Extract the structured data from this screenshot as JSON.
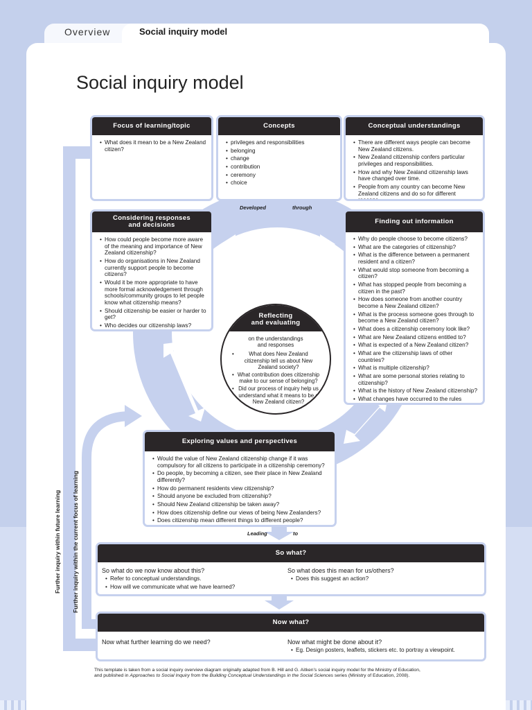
{
  "tabs": {
    "overview": "Overview",
    "current": "Social inquiry model"
  },
  "title": "Social inquiry model",
  "focus": {
    "heading": "Focus of learning/topic",
    "items": [
      "What does it mean to be a New Zealand citizen?"
    ]
  },
  "concepts": {
    "heading": "Concepts",
    "items": [
      "privileges and responsibilities",
      "belonging",
      "change",
      "contribution",
      "ceremony",
      "choice"
    ]
  },
  "conceptual": {
    "heading": "Conceptual understandings",
    "items": [
      "There are different ways people can become New Zealand citizens.",
      "New Zealand citizenship confers particular privileges and responsibilities.",
      "How and why New Zealand citizenship laws have changed over time.",
      "People from any country can become New Zealand citizens and do so for different reasons."
    ]
  },
  "connectors": {
    "developed": "Developed",
    "through": "through",
    "leading": "Leading",
    "to": "to"
  },
  "considering": {
    "heading": "Considering responses\nand decisions",
    "items": [
      "How could people become more aware of the meaning and importance of New Zealand citizenship?",
      "How do organisations in New Zealand currently support people to become citizens?",
      "Would it be more appropriate to have more formal acknowledgement through schools/community groups to let people know what citizenship means?",
      "Should citizenship be easier or harder to get?",
      "Who decides our citizenship laws?"
    ]
  },
  "finding": {
    "heading": "Finding out information",
    "items": [
      "Why do people choose to become citizens?",
      "What are the categories of citizenship?",
      "What is the difference between a permanent resident and a citizen?",
      "What would stop someone from becoming a citizen?",
      "What has stopped people from becoming a citizen in the past?",
      "How does someone from another country become a New Zealand citizen?",
      "What is the process someone goes through to become a New Zealand citizen?",
      "What does a citizenship ceremony look like?",
      "What are New Zealand citizens entitled to?",
      "What is expected of a New Zealand citizen?",
      "What are the citizenship laws of other countries?",
      "What is multiple citizenship?",
      "What are some personal stories relating to citizenship?",
      "What is the history of New Zealand citizenship?",
      "What changes have occurred to the rules regarding citizenship?"
    ]
  },
  "reflecting": {
    "heading": "Reflecting\nand evaluating",
    "intro": "on the understandings\nand responses",
    "items": [
      "What does New Zealand citizenship tell us about New Zealand society?",
      "What contribution does citizenship make to our sense of belonging?",
      "Did our process of inquiry help us understand what it means to be a New Zealand citizen?"
    ]
  },
  "exploring": {
    "heading": "Exploring values and perspectives",
    "items": [
      "Would the value of New Zealand citizenship change if it was compulsory for all citizens to participate in a citizenship ceremony?",
      "Do people, by becoming a citizen, see their place in New Zealand differently?",
      "How do permanent residents view citizenship?",
      "Should anyone be excluded from citizenship?",
      "Should New Zealand citizenship be taken away?",
      "How does citizenship define our views of being New Zealanders?",
      "Does citizenship mean different things to different people?"
    ]
  },
  "sowhat": {
    "heading": "So what?",
    "left_title": "So what do we now know about this?",
    "left_items": [
      "Refer to conceptual understandings.",
      "How will we communicate what we have learned?"
    ],
    "right_title": "So what does this mean for us/others?",
    "right_items": [
      "Does this suggest an action?"
    ]
  },
  "nowwhat": {
    "heading": "Now what?",
    "left_title": "Now what further learning do we need?",
    "right_title": "Now what might be done about it?",
    "right_items": [
      "Eg. Design posters, leaflets, stickers etc. to portray a viewpoint."
    ]
  },
  "side_labels": {
    "outer": "Further inquiry within future learning",
    "inner": "Further inquiry within the current focus of learning"
  },
  "footnote": {
    "line1": "This template is taken from a social inquiry overview diagram originally adapted from B. Hill and G. Aitken's social inquiry model for the Ministry of Education,",
    "line2_pre": "and published in ",
    "line2_i1": "Approaches to Social Inquiry",
    "line2_mid": " from the ",
    "line2_i2": "Building Conceptual Understandings in the Social Sciences",
    "line2_post": " series (Ministry of Education, 2008)."
  },
  "colors": {
    "accent": "#c6d1ee",
    "header": "#2a2628",
    "background": "#c4d0ec"
  }
}
